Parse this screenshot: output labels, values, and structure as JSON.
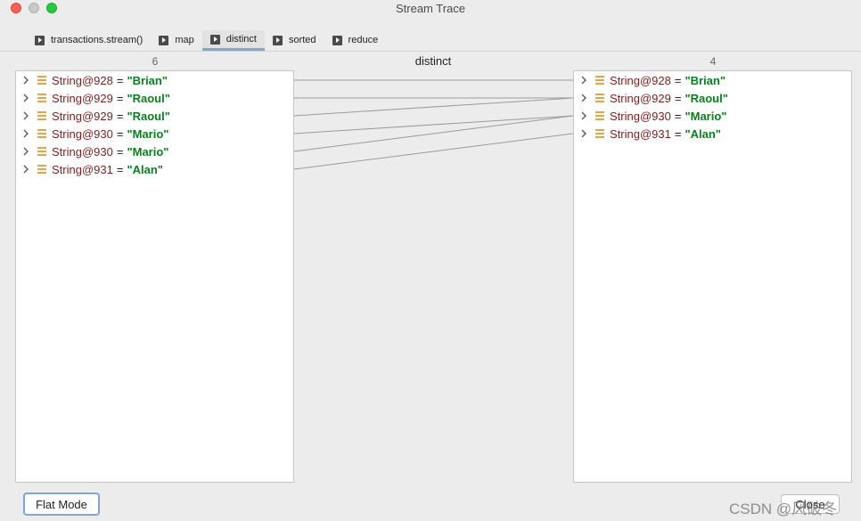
{
  "window": {
    "title": "Stream Trace"
  },
  "tabs": [
    {
      "label": "transactions.stream()",
      "active": false
    },
    {
      "label": "map",
      "active": false
    },
    {
      "label": "distinct",
      "active": true
    },
    {
      "label": "sorted",
      "active": false
    },
    {
      "label": "reduce",
      "active": false
    }
  ],
  "trace": {
    "left_count": "6",
    "right_count": "4",
    "operation": "distinct",
    "left_items": [
      {
        "name": "String@928",
        "value": "\"Brian\""
      },
      {
        "name": "String@929",
        "value": "\"Raoul\""
      },
      {
        "name": "String@929",
        "value": "\"Raoul\""
      },
      {
        "name": "String@930",
        "value": "\"Mario\""
      },
      {
        "name": "String@930",
        "value": "\"Mario\""
      },
      {
        "name": "String@931",
        "value": "\"Alan\""
      }
    ],
    "right_items": [
      {
        "name": "String@928",
        "value": "\"Brian\""
      },
      {
        "name": "String@929",
        "value": "\"Raoul\""
      },
      {
        "name": "String@930",
        "value": "\"Mario\""
      },
      {
        "name": "String@931",
        "value": "\"Alan\""
      }
    ],
    "mapping": [
      0,
      1,
      1,
      2,
      2,
      3
    ],
    "equals_sign": "="
  },
  "footer": {
    "flat_mode_label": "Flat Mode",
    "close_label": "Close",
    "watermark": "CSDN @风破冬"
  },
  "colors": {
    "var_name": "#7a1f1f",
    "value_string": "#0b7d1f",
    "field_icon": "#e3a54a",
    "link_line": "#9a9a9a",
    "focus_border": "#7fa4d8"
  },
  "icons": {
    "tab": "play-square-icon",
    "expand": "chevron-right-icon",
    "field": "field-icon"
  }
}
